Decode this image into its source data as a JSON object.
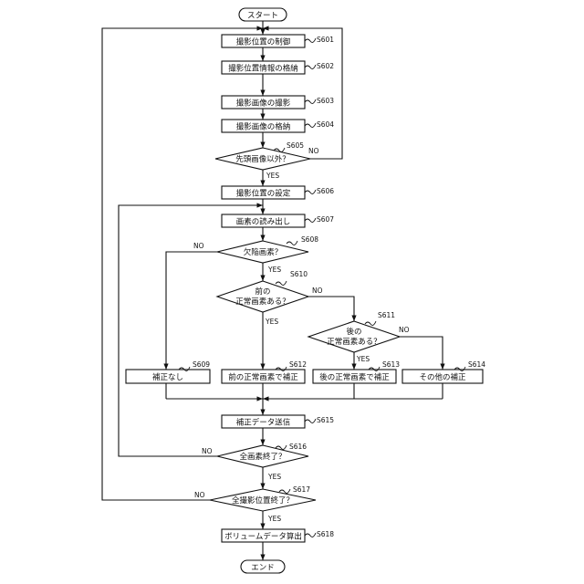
{
  "nodes": {
    "start": "スタート",
    "s601": "撮影位置の制御",
    "s602": "撮影位置情報の格納",
    "s603": "撮影画像の撮影",
    "s604": "撮影画像の格納",
    "s605": "先頭画像以外？",
    "s606": "撮影位置の設定",
    "s607": "画素の読み出し",
    "s608": "欠陥画素？",
    "s610_line1": "前の",
    "s610_line2": "正常画素ある？",
    "s611_line1": "後の",
    "s611_line2": "正常画素ある？",
    "s609": "補正なし",
    "s612": "前の正常画素で補正",
    "s613": "後の正常画素で補正",
    "s614": "その他の補正",
    "s615": "補正データ送信",
    "s616": "全画素終了？",
    "s617": "全撮影位置終了？",
    "s618": "ボリュームデータ算出",
    "end": "エンド"
  },
  "step_labels": {
    "s601": "S601",
    "s602": "S602",
    "s603": "S603",
    "s604": "S604",
    "s605": "S605",
    "s606": "S606",
    "s607": "S607",
    "s608": "S608",
    "s609": "S609",
    "s610": "S610",
    "s611": "S611",
    "s612": "S612",
    "s613": "S613",
    "s614": "S614",
    "s615": "S615",
    "s616": "S616",
    "s617": "S617",
    "s618": "S618"
  },
  "branch_labels": {
    "yes": "YES",
    "no": "NO"
  }
}
